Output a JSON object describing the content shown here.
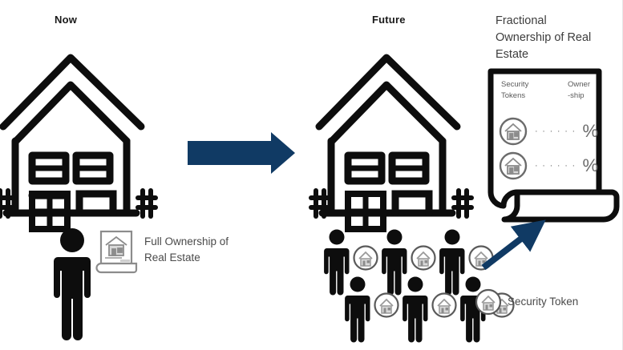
{
  "diagram": {
    "title_now": "Now",
    "title_future": "Future",
    "panel_heading": "Fractional Ownership of Real Estate",
    "now_caption": "Full Ownership of Real Estate",
    "token_caption": "Security Token",
    "colors": {
      "arrow_navy": "#103A64",
      "stroke_black": "#0d0d0d",
      "icon_grey": "#8c8c8c",
      "text_grey": "#4a4a4a",
      "background": "#ffffff"
    },
    "table": {
      "col_tokens_line1": "Security",
      "col_tokens_line2": "Tokens",
      "col_ownership_line1": "Owner",
      "col_ownership_line2": "-ship",
      "rows": [
        {
          "token_icon": "house-token-icon",
          "leader": "· · · · · ·",
          "ownership": "%"
        },
        {
          "token_icon": "house-token-icon",
          "leader": "· · · · · ·",
          "ownership": "%"
        }
      ]
    },
    "people": {
      "count": 6,
      "rows": [
        {
          "members": [
            "person-with-token",
            "person-with-token",
            "person-with-token"
          ]
        },
        {
          "members": [
            "person-with-token",
            "person-with-token",
            "person-with-token"
          ]
        }
      ]
    },
    "icons": {
      "house": "house-icon",
      "deed": "property-deed-icon",
      "person": "person-icon",
      "token": "security-token-icon",
      "arrow_main": "right-arrow-icon",
      "arrow_token": "diagonal-up-arrow-icon"
    }
  }
}
